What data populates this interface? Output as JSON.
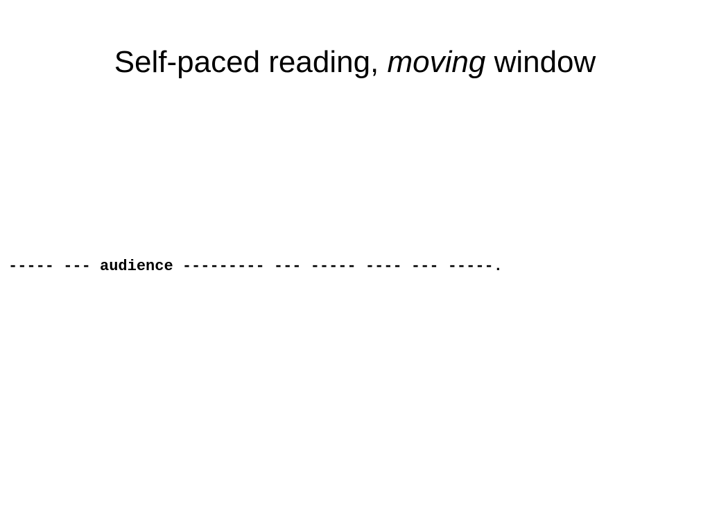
{
  "slide": {
    "title_part1": "Self-paced reading, ",
    "title_emphasis": "moving",
    "title_part2": " window",
    "masked_before": "----- --- ",
    "visible_word": "audience",
    "masked_after": " --------- --- ----- ---- --- -----."
  }
}
